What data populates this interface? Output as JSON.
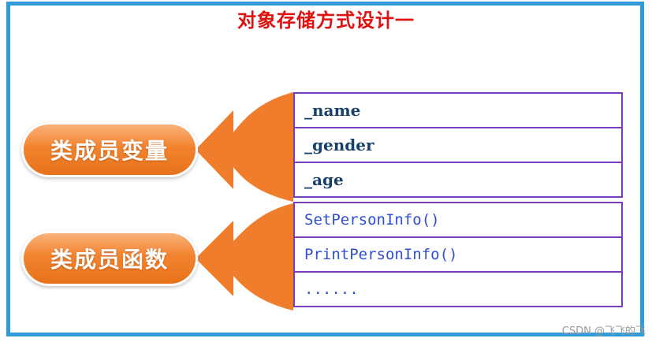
{
  "title": "对象存储方式设计一",
  "member_variables": {
    "label": "类成员变量",
    "items": [
      "_name",
      "_gender",
      "_age"
    ]
  },
  "member_functions": {
    "label": "类成员函数",
    "items": [
      "SetPersonInfo()",
      "PrintPersonInfo()",
      "......"
    ]
  },
  "watermark": "CSDN @飞飞的飞",
  "colors": {
    "frame": "#2f9bd8",
    "title": "#e01010",
    "arrow": "#f07d2c",
    "cell_border": "#7a3dbd",
    "variable_text": "#17406a",
    "function_text": "#2f4fd0"
  }
}
